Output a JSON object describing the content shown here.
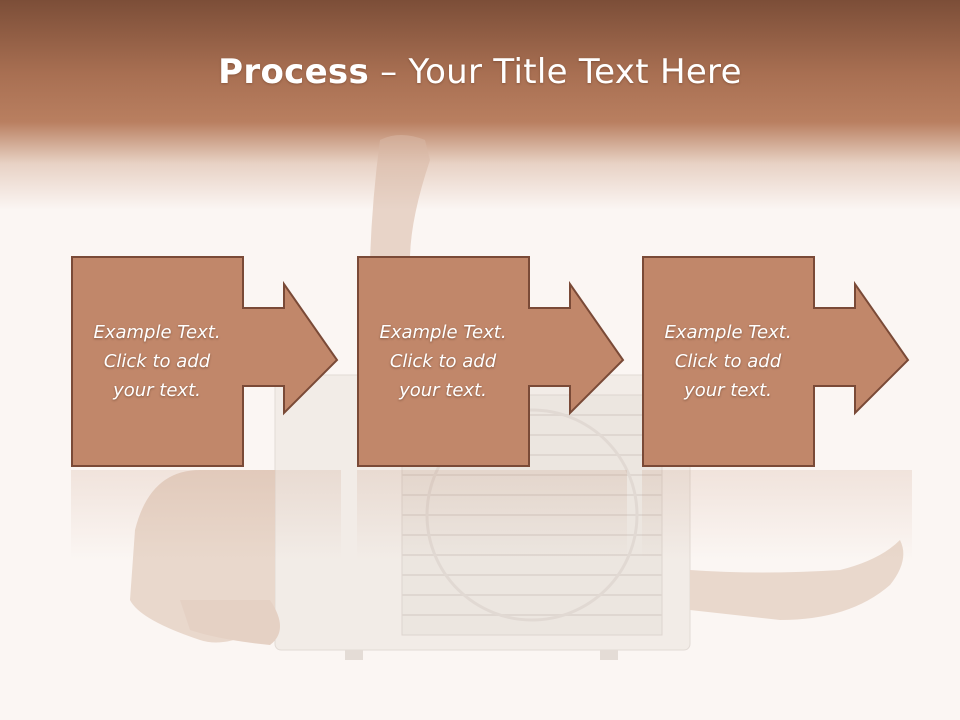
{
  "slide": {
    "title_bold": "Process",
    "title_rest": " – Your Title Text Here",
    "steps": [
      {
        "text": "Example Text.\nClick  to add\nyour text."
      },
      {
        "text": "Example Text.\nClick  to add\nyour text."
      },
      {
        "text": "Example Text.\nClick  to add\nyour text."
      }
    ]
  },
  "colors": {
    "header": "#b97f60",
    "box_fill": "#c1876a",
    "box_border": "#7a4a37",
    "background": "#fbf6f3"
  },
  "background_image": "woman-with-air-conditioner-unit"
}
